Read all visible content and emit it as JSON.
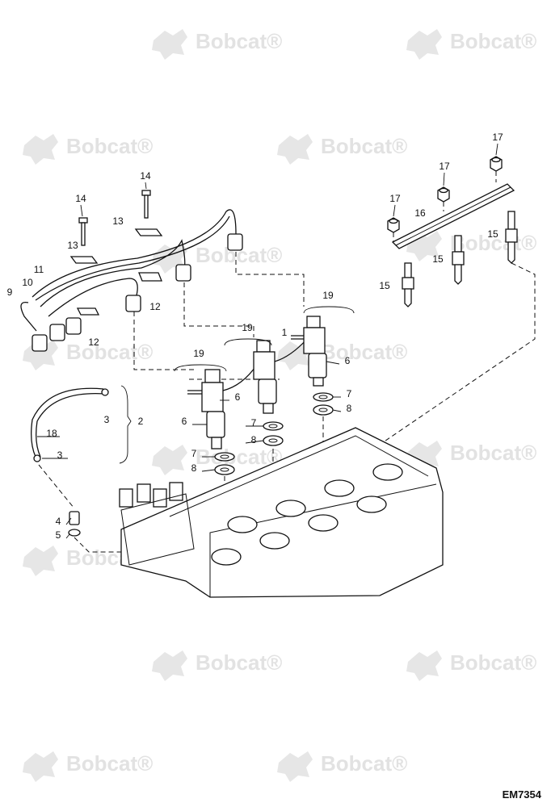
{
  "watermark": {
    "brand": "Bobcat",
    "registered": "®"
  },
  "drawing_id": "EM7354",
  "callouts": [
    {
      "id": "c17a",
      "text": "17"
    },
    {
      "id": "c17b",
      "text": "17"
    },
    {
      "id": "c17c",
      "text": "17"
    },
    {
      "id": "c16",
      "text": "16"
    },
    {
      "id": "c15a",
      "text": "15"
    },
    {
      "id": "c15b",
      "text": "15"
    },
    {
      "id": "c15c",
      "text": "15"
    },
    {
      "id": "c14a",
      "text": "14"
    },
    {
      "id": "c14b",
      "text": "14"
    },
    {
      "id": "c13a",
      "text": "13"
    },
    {
      "id": "c13b",
      "text": "13"
    },
    {
      "id": "c12a",
      "text": "12"
    },
    {
      "id": "c12b",
      "text": "12"
    },
    {
      "id": "c11",
      "text": "11"
    },
    {
      "id": "c10",
      "text": "10"
    },
    {
      "id": "c9",
      "text": "9"
    },
    {
      "id": "c19a",
      "text": "19"
    },
    {
      "id": "c19b",
      "text": "19"
    },
    {
      "id": "c19c",
      "text": "19"
    },
    {
      "id": "c1",
      "text": "1"
    },
    {
      "id": "c6a",
      "text": "6"
    },
    {
      "id": "c6b",
      "text": "6"
    },
    {
      "id": "c6c",
      "text": "6"
    },
    {
      "id": "c7a",
      "text": "7"
    },
    {
      "id": "c7b",
      "text": "7"
    },
    {
      "id": "c7c",
      "text": "7"
    },
    {
      "id": "c8a",
      "text": "8"
    },
    {
      "id": "c8b",
      "text": "8"
    },
    {
      "id": "c8c",
      "text": "8"
    },
    {
      "id": "c3a",
      "text": "3"
    },
    {
      "id": "c3b",
      "text": "3"
    },
    {
      "id": "c2",
      "text": "2"
    },
    {
      "id": "c18",
      "text": "18"
    },
    {
      "id": "c4",
      "text": "4"
    },
    {
      "id": "c5",
      "text": "5"
    }
  ]
}
